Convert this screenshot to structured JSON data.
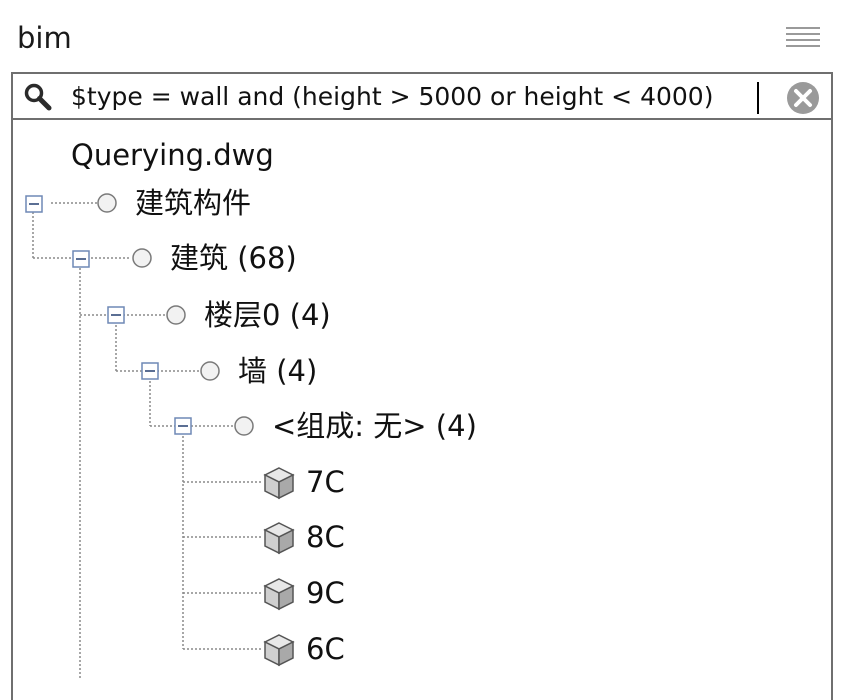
{
  "header": {
    "title": "bim",
    "menu_icon": "hamburger-menu-icon"
  },
  "search": {
    "value": "$type = wall and (height > 5000 or height < 4000)",
    "search_icon": "magnifier-icon",
    "clear_icon": "clear-circle-x-icon"
  },
  "tree": {
    "file": "Querying.dwg",
    "nodes": [
      {
        "label": "建筑构件",
        "kind": "category",
        "expanded": true
      },
      {
        "label": "建筑 (68)",
        "kind": "category",
        "expanded": true
      },
      {
        "label": "楼层0 (4)",
        "kind": "category",
        "expanded": true
      },
      {
        "label": "墙 (4)",
        "kind": "category",
        "expanded": true
      },
      {
        "label": "<组成: 无> (4)",
        "kind": "category",
        "expanded": true
      },
      {
        "label": "7C",
        "kind": "object"
      },
      {
        "label": "8C",
        "kind": "object"
      },
      {
        "label": "9C",
        "kind": "object"
      },
      {
        "label": "6C",
        "kind": "object"
      }
    ]
  },
  "colors": {
    "border": "#6f6f6f",
    "tree_line": "#8a8a8a",
    "text": "#111111"
  }
}
